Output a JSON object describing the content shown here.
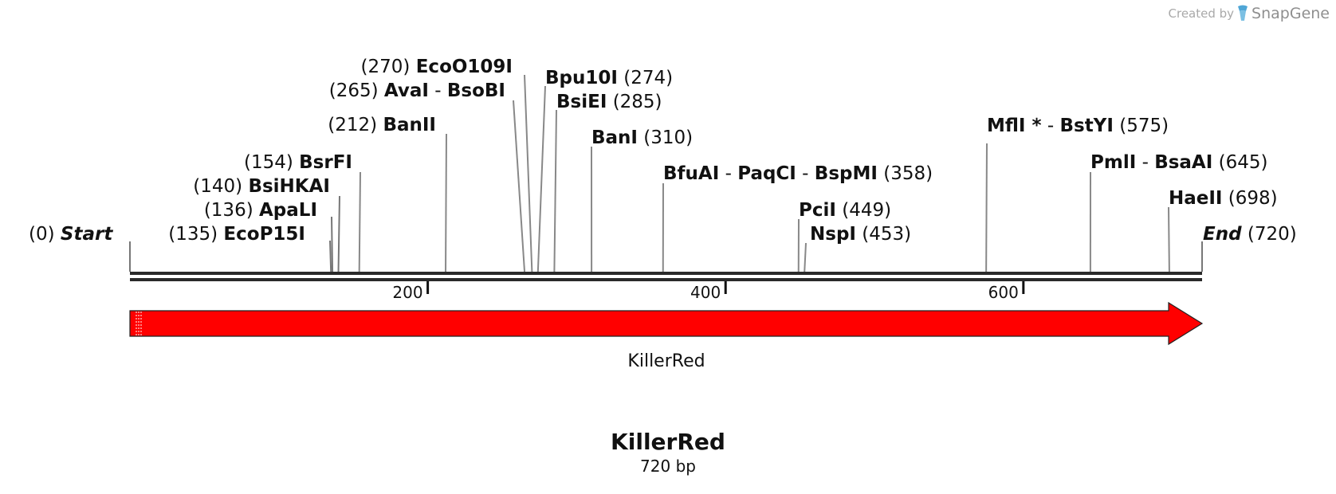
{
  "credit": {
    "prefix": "Created by",
    "brand": "SnapGene",
    "logo_icon": "snapgene-logo-icon"
  },
  "sequence": {
    "name": "KillerRed",
    "length_label": "720 bp",
    "length": 720
  },
  "ends": {
    "start": {
      "label": "Start",
      "pos": "(0)",
      "bp": 0
    },
    "end": {
      "label": "End",
      "pos": "(720)",
      "bp": 720
    }
  },
  "ticks": [
    {
      "bp": 200,
      "label": "200"
    },
    {
      "bp": 400,
      "label": "400"
    },
    {
      "bp": 600,
      "label": "600"
    }
  ],
  "feature": {
    "label": "KillerRed",
    "color": "#ff0000",
    "start": 0,
    "end": 720
  },
  "sites": [
    {
      "id": "ecop15i",
      "pos": "(135)",
      "bp": 135,
      "names": [
        "EcoP15I"
      ],
      "side": "left"
    },
    {
      "id": "apali",
      "pos": "(136)",
      "bp": 136,
      "names": [
        "ApaLI"
      ],
      "side": "left"
    },
    {
      "id": "bsihkai",
      "pos": "(140)",
      "bp": 140,
      "names": [
        "BsiHKAI"
      ],
      "side": "left"
    },
    {
      "id": "bsrfi",
      "pos": "(154)",
      "bp": 154,
      "names": [
        "BsrFI"
      ],
      "side": "left"
    },
    {
      "id": "banii",
      "pos": "(212)",
      "bp": 212,
      "names": [
        "BanII"
      ],
      "side": "left"
    },
    {
      "id": "ava",
      "pos": "(265)",
      "bp": 265,
      "names": [
        "AvaI",
        "BsoBI"
      ],
      "side": "left"
    },
    {
      "id": "ecoo109i",
      "pos": "(270)",
      "bp": 270,
      "names": [
        "EcoO109I"
      ],
      "side": "left"
    },
    {
      "id": "bpu10i",
      "pos": "(274)",
      "bp": 274,
      "names": [
        "Bpu10I"
      ],
      "side": "right"
    },
    {
      "id": "bsiei",
      "pos": "(285)",
      "bp": 285,
      "names": [
        "BsiEI"
      ],
      "side": "right"
    },
    {
      "id": "bani",
      "pos": "(310)",
      "bp": 310,
      "names": [
        "BanI"
      ],
      "side": "right"
    },
    {
      "id": "bfuai",
      "pos": "(358)",
      "bp": 358,
      "names": [
        "BfuAI",
        "PaqCI",
        "BspMI"
      ],
      "side": "right"
    },
    {
      "id": "pcii",
      "pos": "(449)",
      "bp": 449,
      "names": [
        "PciI"
      ],
      "side": "right"
    },
    {
      "id": "nspi",
      "pos": "(453)",
      "bp": 453,
      "names": [
        "NspI"
      ],
      "side": "right"
    },
    {
      "id": "mfli",
      "pos": "(575)",
      "bp": 575,
      "names": [
        "MflI",
        "BstYI"
      ],
      "asterisk": "*",
      "side": "right"
    },
    {
      "id": "pmli",
      "pos": "(645)",
      "bp": 645,
      "names": [
        "PmlI",
        "BsaAI"
      ],
      "side": "right"
    },
    {
      "id": "haeii",
      "pos": "(698)",
      "bp": 698,
      "names": [
        "HaeII"
      ],
      "side": "right"
    }
  ]
}
